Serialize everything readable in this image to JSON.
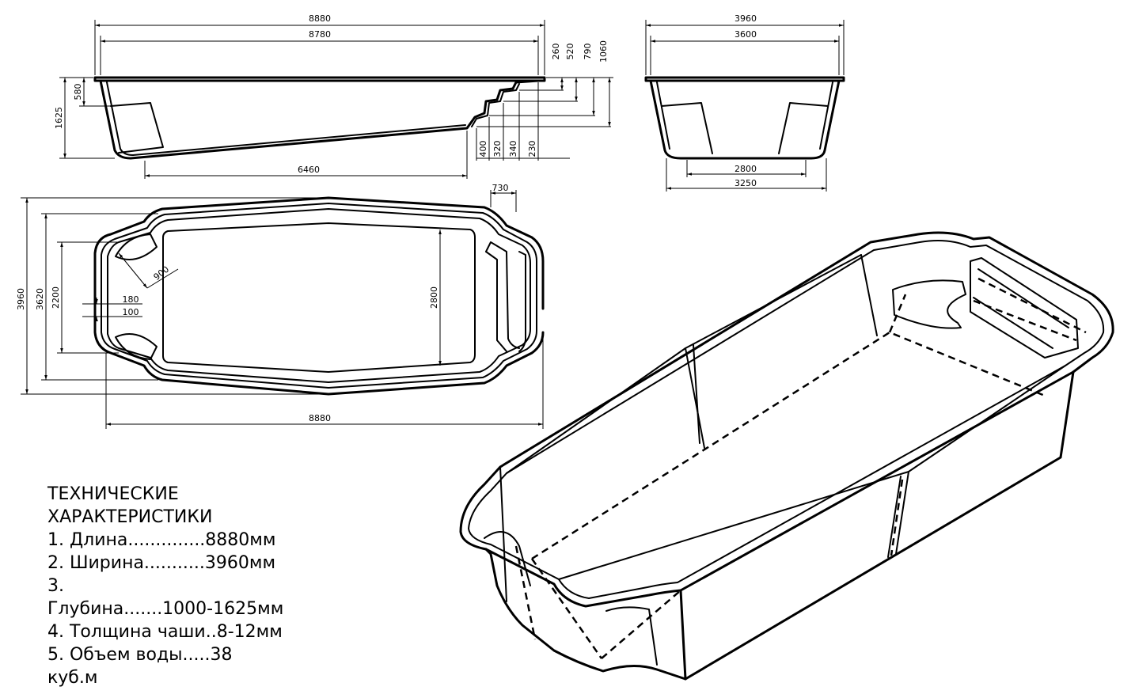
{
  "dimensions": {
    "side_total_length": "8880",
    "side_inner_length": "8780",
    "side_bottom_length": "6460",
    "side_height_total": "1625",
    "side_height_upper": "580",
    "step_height_1": "260",
    "step_height_2": "520",
    "step_height_3": "790",
    "step_height_4": "1060",
    "step_depth_1": "400",
    "step_depth_2": "320",
    "step_depth_3": "340",
    "step_depth_4": "230",
    "end_total_width": "3960",
    "end_inner_width": "3600",
    "end_bottom_width": "2800",
    "end_base_width": "3250",
    "plan_step_width": "730",
    "plan_total_width": "3960",
    "plan_inner_width": "3620",
    "plan_seat_span": "2200",
    "plan_bottom_width": "2800",
    "plan_seat_depth": "900",
    "plan_seat_offset_1": "180",
    "plan_seat_offset_2": "100",
    "plan_total_length": "8880"
  },
  "specs": {
    "title_line1": "ТЕХНИЧЕСКИЕ",
    "title_line2": "ХАРАКТЕРИСТИКИ",
    "line1": "1. Длина..............8880мм",
    "line2": "2. Ширина...........3960мм",
    "line3a": "3.",
    "line3b": "Глубина.......1000-1625мм",
    "line4": "4. Толщина чаши..8-12мм",
    "line5a": "5. Объем воды.....38",
    "line5b": "куб.м"
  }
}
